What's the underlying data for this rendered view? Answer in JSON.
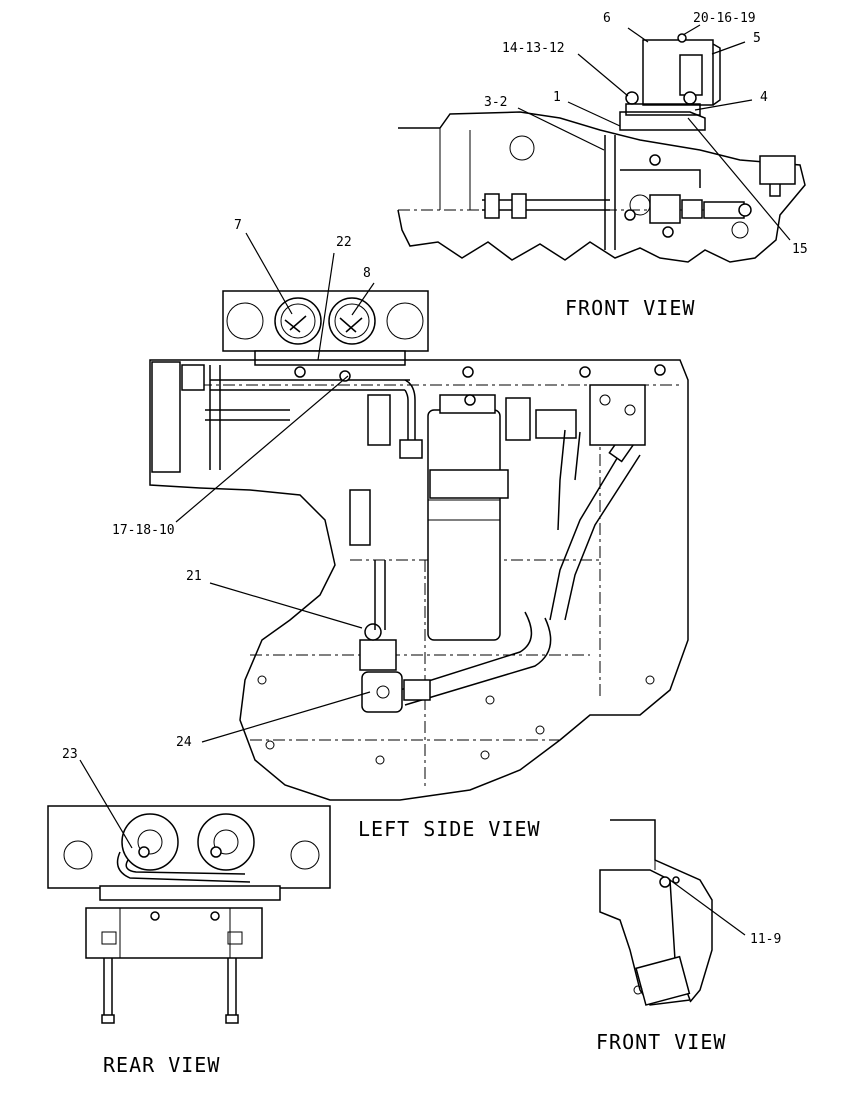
{
  "views": {
    "front_top": "FRONT VIEW",
    "left_side": "LEFT SIDE VIEW",
    "rear": "REAR VIEW",
    "front_bottom": "FRONT VIEW"
  },
  "callouts": {
    "c6": "6",
    "c20_16_19": "20-16-19",
    "c5": "5",
    "c14_13_12": "14-13-12",
    "c3_2": "3-2",
    "c1": "1",
    "c4": "4",
    "c15": "15",
    "c7": "7",
    "c22": "22",
    "c8": "8",
    "c17_18_10": "17-18-10",
    "c21": "21",
    "c24": "24",
    "c23": "23",
    "c11_9": "11-9"
  }
}
